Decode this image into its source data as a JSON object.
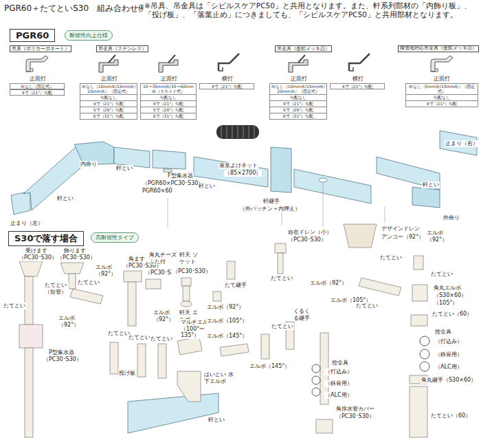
{
  "diagram": {
    "title": "PGR60＋たてといS30　組み合わせ例",
    "nodes": [
      {
        "text": [
          "PGR60"
        ]
      },
      {
        "text": [
          "耐候性向上仕様"
        ]
      },
      {
        "text": [
          "S30で落す場合"
        ]
      },
      {
        "text": [
          "高耐候性タイプ"
        ]
      }
    ],
    "labels": [
      "※吊具、吊金具は「シビルスケアPC50」と共用となります。また、軒系列部材の「内飾り板」、「投げ板」、「落葉止め」につきましても、「シビルスケアPC50」と共用部材となります。",
      "吊具（ポリカーボネート）",
      "吊金具（ステンレス）",
      "吊金具（亜鉛メッキ品）",
      "積雪地対応吊金具（亜鉛メッキ品）",
      "正面打",
      "出なし（固定式）",
      "4寸（21°）勾配",
      "正面打",
      "出なし（10mm出/15mm出/20mm出）（固定式）",
      "勾配なし",
      "4寸（21°）勾配",
      "5寸（26°）勾配",
      "6寸（31°）勾配",
      "正面打",
      "10〜35mm出/35〜60mm出（スライド式）",
      "勾配なし",
      "4寸（21°）勾配",
      "5寸（26°）勾配",
      "6寸（31°）勾配",
      "横打",
      "4寸（21°）勾配",
      "正面打",
      "出なし（10mm出/15mm出/20mm出）（固定式）",
      "勾配なし",
      "4寸（21°）勾配",
      "5寸（26°）勾配",
      "6寸（31°）勾配",
      "横打",
      "4寸（21°）勾配",
      "正面打",
      "出なし（5mm出/15mm出）（固定式）",
      "勾配なし",
      "4寸（21°）勾配",
      "止まり（右）",
      "内曲り",
      "軒とい",
      "落葉よけネット",
      "（85×2700）",
      "F型集水器",
      "（PGR60×PC30･S30）",
      "PGR60×60",
      "軒とい",
      "軒とい",
      "軒継手",
      "（外パッチン＋内押え）",
      "軒とい",
      "外曲り",
      "止まり（左）",
      "受けます",
      "（PC30･S30）",
      "飾ります",
      "（PC30･S30）",
      "エルボ（92°）",
      "たてとい",
      "たてとい（短管）",
      "たてとい",
      "エルボ（92°）",
      "角ます",
      "（PC30･S30）",
      "角丸チーズ ふた付",
      "（PC30･S30）",
      "軒天 ソケット",
      "（PC30･S30）",
      "エルボ（92°）",
      "軒天 エルボ",
      "たてとい",
      "たてとい",
      "たてとい",
      "マルチエルボ（100°〜135°）",
      "P型集水器",
      "（PC30･S30）",
      "投げ板",
      "はいとい 水下エルボ",
      "軒とい",
      "たて継手",
      "たてとい",
      "エルボ（92°）",
      "エルボ（105°）",
      "エルボ（145°）",
      "エルボ（92°）",
      "エルボ（105°）",
      "くるくる継手",
      "たてとい",
      "エルボ（145°）",
      "控金具",
      "（打込み）",
      "（鉄骨用）",
      "（ALC用）",
      "角排水管カバー",
      "（PC30･S30）",
      "自在ドレン（小）",
      "（PC30･S30）",
      "デザインドレン",
      "アンコー（92°）",
      "エルボ（92°）",
      "たてとい",
      "たてとい",
      "角丸エルボ",
      "（S30×60）",
      "（105°）",
      "たてとい（60）",
      "控金具",
      "（打込み）",
      "（鉄骨用）",
      "（ALC用）",
      "角丸継手（S30×60）",
      "たてとい（60）",
      "たてとい"
    ]
  }
}
